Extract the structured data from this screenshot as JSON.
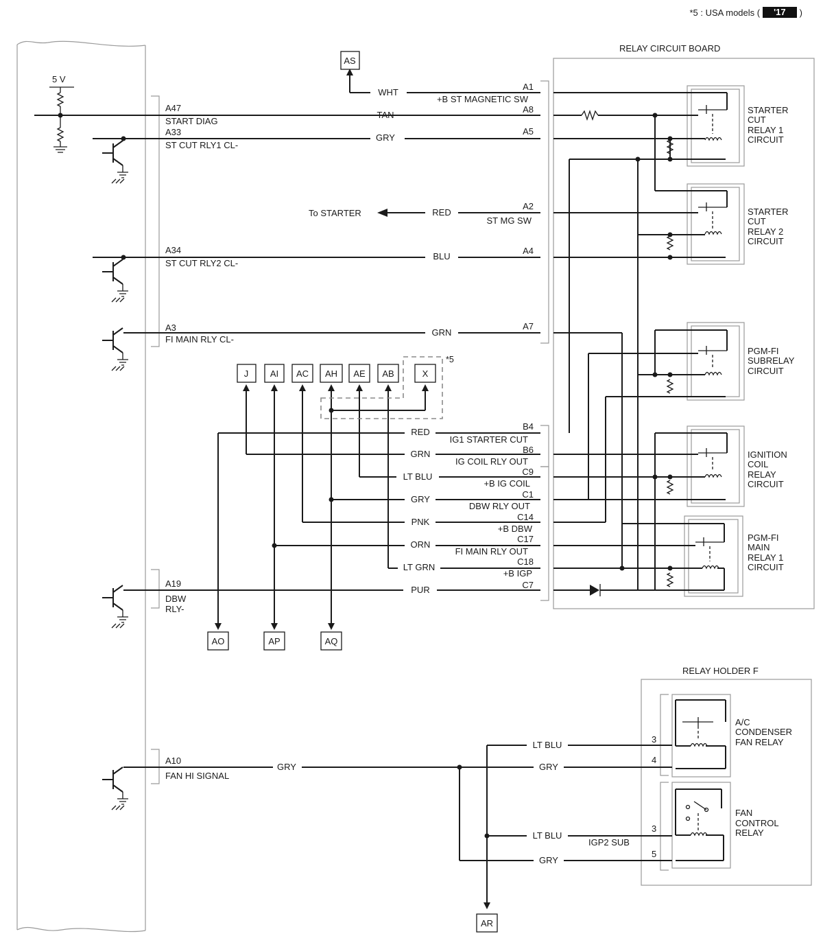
{
  "header": {
    "note_prefix": "*5 : USA models (",
    "year_badge": "'17",
    "note_suffix": ")"
  },
  "ecm": {
    "supply": "5 V"
  },
  "relay_board": {
    "title": "RELAY CIRCUIT BOARD",
    "relays": [
      {
        "lines": [
          "STARTER",
          "CUT",
          "RELAY 1",
          "CIRCUIT"
        ]
      },
      {
        "lines": [
          "STARTER",
          "CUT",
          "RELAY 2",
          "CIRCUIT"
        ]
      },
      {
        "lines": [
          "PGM-FI",
          "SUBRELAY",
          "CIRCUIT"
        ]
      },
      {
        "lines": [
          "IGNITION",
          "COIL",
          "RELAY",
          "CIRCUIT"
        ]
      },
      {
        "lines": [
          "PGM-FI",
          "MAIN",
          "RELAY 1",
          "CIRCUIT"
        ]
      }
    ]
  },
  "relay_holder": {
    "title": "RELAY HOLDER F",
    "relays": [
      {
        "lines": [
          "A/C",
          "CONDENSER",
          "FAN RELAY"
        ],
        "pins": [
          "3",
          "4"
        ]
      },
      {
        "lines": [
          "FAN",
          "CONTROL",
          "RELAY"
        ],
        "pins": [
          "3",
          "5"
        ],
        "label": "IGP2 SUB"
      }
    ]
  },
  "wires": [
    {
      "ecm_pin": "",
      "ecm_name": "",
      "color": "WHT",
      "board_pin": "A1",
      "board_name": "+B ST MAGNETIC SW"
    },
    {
      "ecm_pin": "A47",
      "ecm_name": "START DIAG",
      "color": "TAN",
      "board_pin": "A8",
      "board_name": ""
    },
    {
      "ecm_pin": "A33",
      "ecm_name": "ST CUT RLY1 CL-",
      "color": "GRY",
      "board_pin": "A5",
      "board_name": ""
    },
    {
      "ecm_pin": "",
      "ecm_name": "",
      "color": "RED",
      "board_pin": "A2",
      "board_name": "ST MG SW"
    },
    {
      "ecm_pin": "A34",
      "ecm_name": "ST CUT RLY2 CL-",
      "color": "BLU",
      "board_pin": "A4",
      "board_name": ""
    },
    {
      "ecm_pin": "A3",
      "ecm_name": "FI MAIN RLY CL-",
      "color": "GRN",
      "board_pin": "A7",
      "board_name": ""
    },
    {
      "ecm_pin": "",
      "ecm_name": "",
      "color": "RED",
      "board_pin": "B4",
      "board_name": "IG1 STARTER CUT"
    },
    {
      "ecm_pin": "",
      "ecm_name": "",
      "color": "GRN",
      "board_pin": "B6",
      "board_name": "IG COIL RLY OUT"
    },
    {
      "ecm_pin": "",
      "ecm_name": "",
      "color": "LT BLU",
      "board_pin": "C9",
      "board_name": "+B IG COIL"
    },
    {
      "ecm_pin": "",
      "ecm_name": "",
      "color": "GRY",
      "board_pin": "C1",
      "board_name": "DBW RLY OUT"
    },
    {
      "ecm_pin": "",
      "ecm_name": "",
      "color": "PNK",
      "board_pin": "C14",
      "board_name": "+B DBW"
    },
    {
      "ecm_pin": "",
      "ecm_name": "",
      "color": "ORN",
      "board_pin": "C17",
      "board_name": "FI MAIN RLY OUT"
    },
    {
      "ecm_pin": "",
      "ecm_name": "",
      "color": "LT GRN",
      "board_pin": "C18",
      "board_name": "+B IGP"
    },
    {
      "ecm_pin": "A19",
      "ecm_name": "DBW",
      "ecm_name2": "RLY-",
      "color": "PUR",
      "board_pin": "C7",
      "board_name": ""
    }
  ],
  "fan": {
    "ecm_pin": "A10",
    "ecm_name": "FAN HI SIGNAL",
    "color": "GRY",
    "branches": [
      {
        "color": "LT BLU"
      },
      {
        "color": "GRY"
      },
      {
        "color": "LT BLU"
      },
      {
        "color": "GRY"
      }
    ]
  },
  "to_starter": "To STARTER",
  "five_note": "*5",
  "connectors": {
    "top": "AS",
    "row": [
      "J",
      "AI",
      "AC",
      "AH",
      "AE",
      "AB",
      "X"
    ],
    "bottom": [
      "AO",
      "AP",
      "AQ"
    ],
    "fan": "AR"
  }
}
